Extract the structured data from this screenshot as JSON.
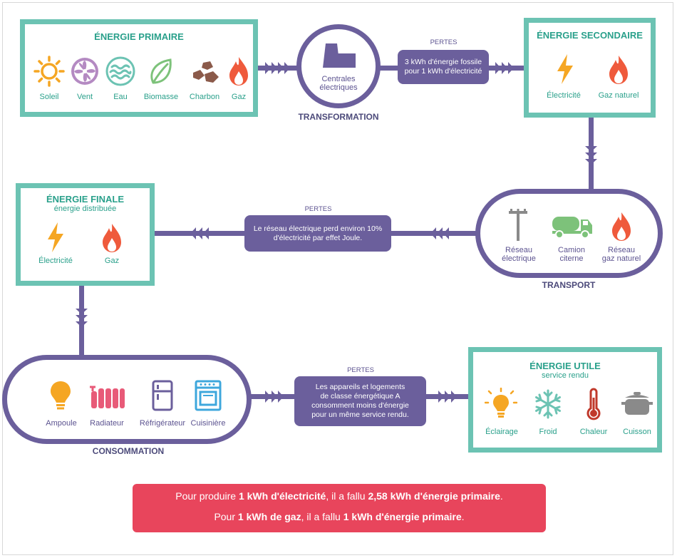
{
  "primary": {
    "title": "ÉNERGIE PRIMAIRE",
    "items": [
      {
        "label": "Soleil",
        "icon": "sun-icon"
      },
      {
        "label": "Vent",
        "icon": "wind-turbine-icon"
      },
      {
        "label": "Eau",
        "icon": "water-icon"
      },
      {
        "label": "Biomasse",
        "icon": "leaf-icon"
      },
      {
        "label": "Charbon",
        "icon": "coal-icon"
      },
      {
        "label": "Gaz",
        "icon": "flame-icon"
      }
    ]
  },
  "transformation": {
    "node_label_1": "Centrales",
    "node_label_2": "électriques",
    "caption": "TRANSFORMATION",
    "pertes": "PERTES",
    "loss_line_1": "3 kWh d'énergie fossile",
    "loss_line_2": "pour 1 kWh d'électricité"
  },
  "secondary": {
    "title": "ÉNERGIE SECONDAIRE",
    "items": [
      {
        "label": "Électricité",
        "icon": "lightning-icon"
      },
      {
        "label": "Gaz naturel",
        "icon": "flame-icon"
      }
    ]
  },
  "transport": {
    "caption": "TRANSPORT",
    "items": [
      {
        "label_1": "Réseau",
        "label_2": "électrique",
        "icon": "power-pole-icon"
      },
      {
        "label_1": "Camion",
        "label_2": "citerne",
        "icon": "tanker-truck-icon"
      },
      {
        "label_1": "Réseau",
        "label_2": "gaz naturel",
        "icon": "flame-icon"
      }
    ],
    "pertes": "PERTES",
    "loss_line_1": "Le réseau électrique perd environ 10%",
    "loss_line_2": "d'électricité par effet Joule."
  },
  "final": {
    "title": "ÉNERGIE FINALE",
    "subtitle": "énergie distribuée",
    "items": [
      {
        "label": "Électricité",
        "icon": "lightning-icon"
      },
      {
        "label": "Gaz",
        "icon": "flame-icon"
      }
    ]
  },
  "consommation": {
    "caption": "CONSOMMATION",
    "items": [
      {
        "label": "Ampoule",
        "icon": "light-bulb-icon"
      },
      {
        "label": "Radiateur",
        "icon": "radiator-icon"
      },
      {
        "label": "Réfrigérateur",
        "icon": "fridge-icon"
      },
      {
        "label": "Cuisinière",
        "icon": "stove-icon"
      }
    ],
    "pertes": "PERTES",
    "loss_line_1": "Les appareils et logements",
    "loss_line_2": "de classe énergétique A",
    "loss_line_3": "consomment moins d'énergie",
    "loss_line_4": "pour un même service rendu."
  },
  "useful": {
    "title": "ÉNERGIE UTILE",
    "subtitle": "service rendu",
    "items": [
      {
        "label": "Éclairage",
        "icon": "glowing-bulb-icon"
      },
      {
        "label": "Froid",
        "icon": "snowflake-icon"
      },
      {
        "label": "Chaleur",
        "icon": "thermometer-icon"
      },
      {
        "label": "Cuisson",
        "icon": "cooking-pot-icon"
      }
    ]
  },
  "banner": {
    "l1_a": "Pour produire ",
    "l1_b": "1 kWh d'électricité",
    "l1_c": ", il a fallu ",
    "l1_d": "2,58 kWh d'énergie primaire",
    "l1_e": ".",
    "l2_a": "Pour ",
    "l2_b": "1 kWh de gaz",
    "l2_c": ", il a fallu ",
    "l2_d": "1 kWh d'énergie primaire",
    "l2_e": "."
  },
  "colors": {
    "teal": "#6cc3b3",
    "purple": "#6b5f9c",
    "orange": "#f5a623",
    "red": "#e8455c"
  }
}
